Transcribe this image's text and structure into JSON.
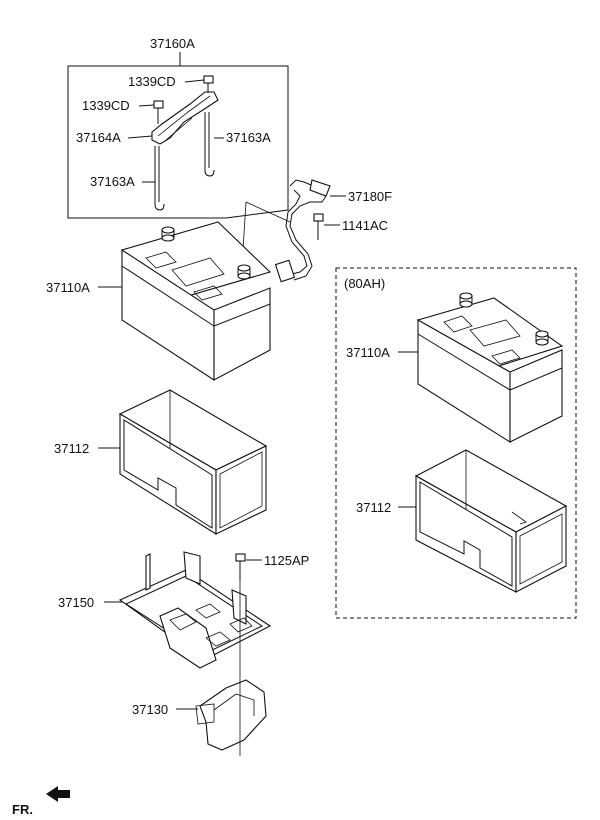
{
  "labels": {
    "assy_37160A": "37160A",
    "bolt_1339CD_top": "1339CD",
    "bolt_1339CD_mid": "1339CD",
    "bracket_37164A": "37164A",
    "rod_37163A_right": "37163A",
    "rod_37163A_left": "37163A",
    "cable_37180F": "37180F",
    "screw_1141AC": "1141AC",
    "battery_37110A": "37110A",
    "tray_37112": "37112",
    "carrier_37150": "37150",
    "bolt_1125AP": "1125AP",
    "bracket_37130": "37130",
    "alt_group_label": "(80AH)",
    "alt_battery_37110A": "37110A",
    "alt_tray_37112": "37112"
  },
  "direction": {
    "label": "FR.",
    "icon": "front-arrow-icon"
  }
}
